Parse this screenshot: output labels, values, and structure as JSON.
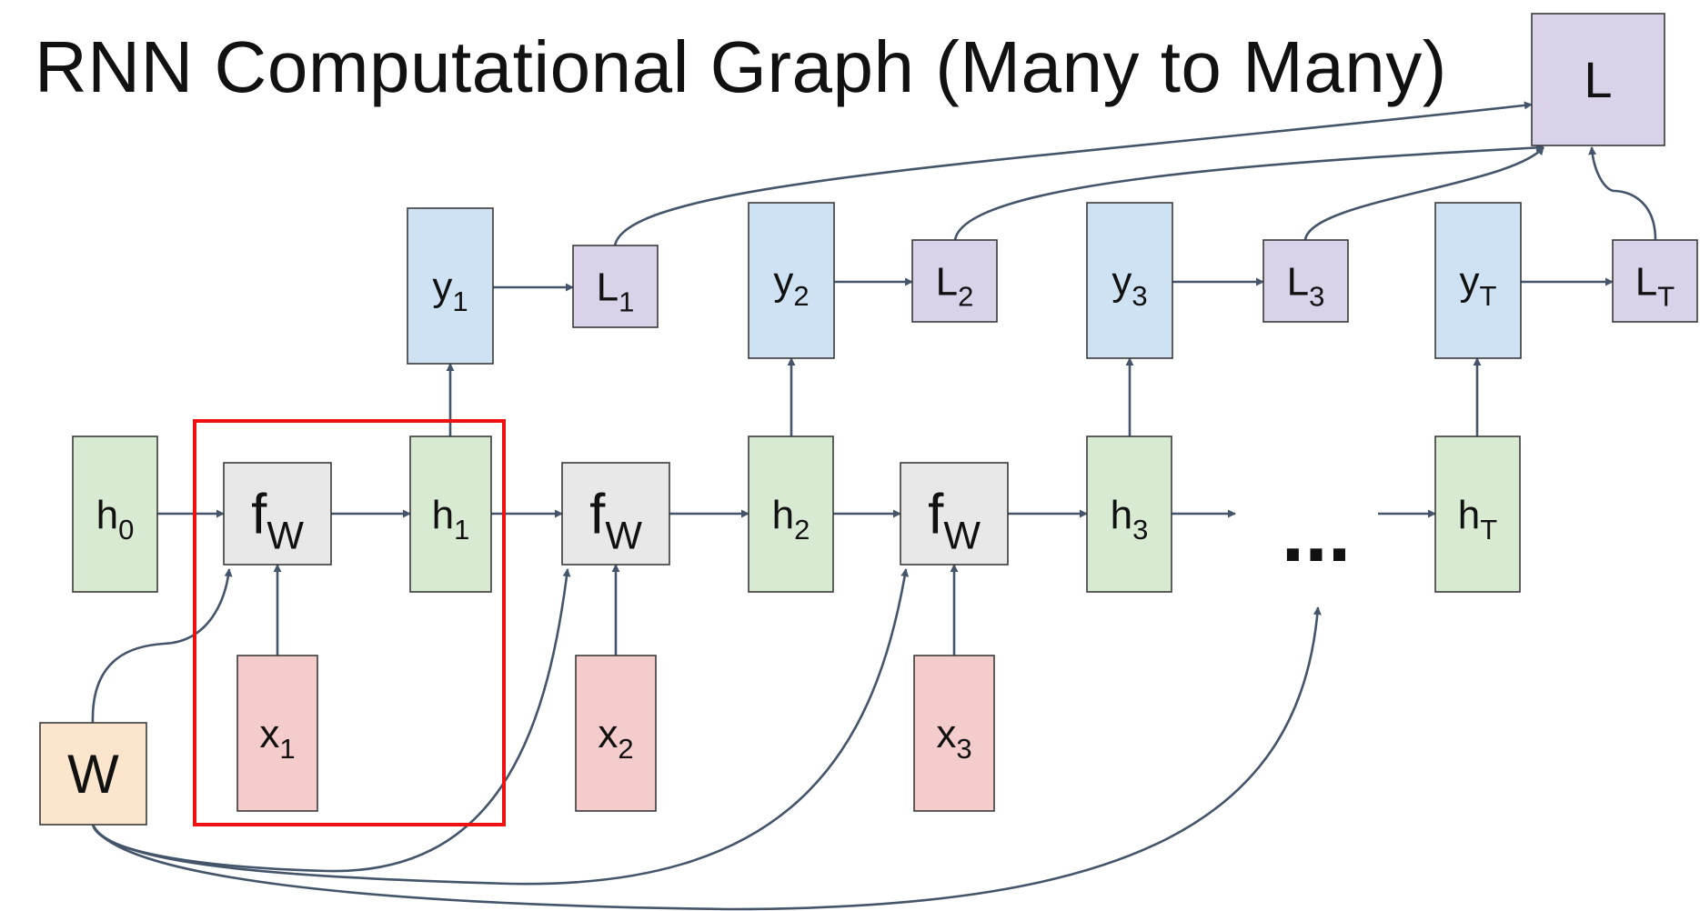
{
  "title": "RNN Computational Graph (Many to Many)",
  "colors": {
    "hidden": "#d9ead3",
    "input": "#f4cccc",
    "output": "#cfe2f3",
    "loss": "#d9d2e9",
    "func": "#e8e8e8",
    "weight": "#fce5cd",
    "arrow": "#44546a",
    "highlight": "#ee1111"
  },
  "nodes": {
    "h0": {
      "base": "h",
      "sub": "0"
    },
    "h1": {
      "base": "h",
      "sub": "1"
    },
    "h2": {
      "base": "h",
      "sub": "2"
    },
    "h3": {
      "base": "h",
      "sub": "3"
    },
    "hT": {
      "base": "h",
      "sub": "T"
    },
    "f1": {
      "base": "f",
      "sub": "W"
    },
    "f2": {
      "base": "f",
      "sub": "W"
    },
    "f3": {
      "base": "f",
      "sub": "W"
    },
    "x1": {
      "base": "x",
      "sub": "1"
    },
    "x2": {
      "base": "x",
      "sub": "2"
    },
    "x3": {
      "base": "x",
      "sub": "3"
    },
    "y1": {
      "base": "y",
      "sub": "1"
    },
    "y2": {
      "base": "y",
      "sub": "2"
    },
    "y3": {
      "base": "y",
      "sub": "3"
    },
    "yT": {
      "base": "y",
      "sub": "T"
    },
    "L1": {
      "base": "L",
      "sub": "1"
    },
    "L2": {
      "base": "L",
      "sub": "2"
    },
    "L3": {
      "base": "L",
      "sub": "3"
    },
    "LT": {
      "base": "L",
      "sub": "T"
    },
    "L": {
      "base": "L",
      "sub": ""
    },
    "W": {
      "base": "W",
      "sub": ""
    }
  },
  "ellipsis": "..."
}
